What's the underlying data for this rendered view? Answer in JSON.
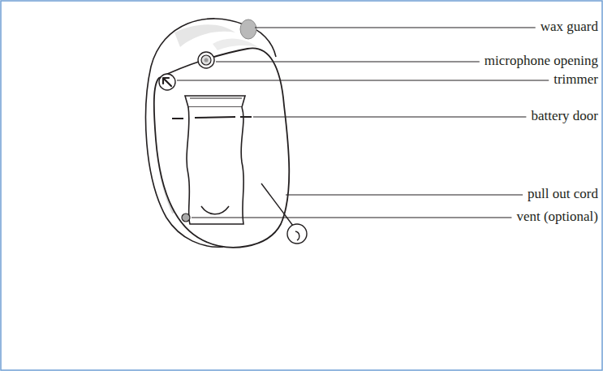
{
  "diagram": {
    "labels": [
      "wax guard",
      "microphone opening",
      "trimmer",
      "battery door",
      "pull out cord",
      "vent (optional)"
    ]
  }
}
